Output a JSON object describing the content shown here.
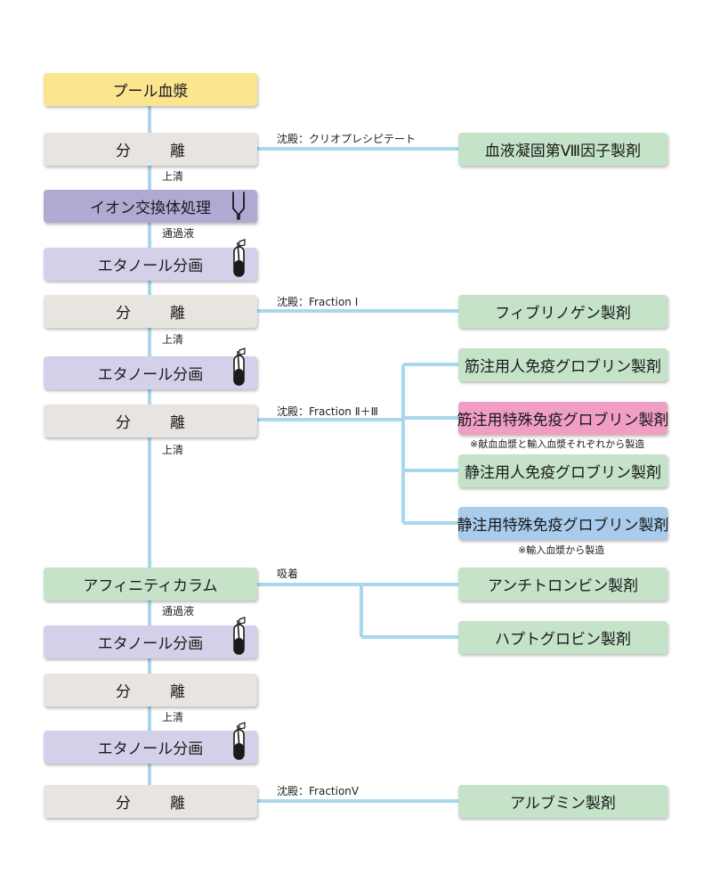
{
  "steps": {
    "plasma": "プール血漿",
    "separation": [
      "分",
      "離"
    ],
    "ion_exchange": "イオン交換体処理",
    "ethanol": "エタノール分画",
    "affinity": "アフィニティカラム"
  },
  "edge_labels": {
    "cryo": "沈殿：クリオプレシピテート",
    "supernatant": "上清",
    "flowthrough": "通過液",
    "fraction_i": "沈殿：Fraction Ⅰ",
    "fraction_ii_iii": "沈殿：Fraction Ⅱ＋Ⅲ",
    "adsorption": "吸着",
    "fraction_v": "沈殿：FractionⅤ"
  },
  "products": {
    "factor_viii": "血液凝固第Ⅷ因子製剤",
    "fibrinogen": "フィブリノゲン製剤",
    "im_ig": "筋注用人免疫グロブリン製剤",
    "im_special_ig": "筋注用特殊免疫グロブリン製剤",
    "iv_ig": "静注用人免疫グロブリン製剤",
    "iv_special_ig": "静注用特殊免疫グロブリン製剤",
    "antithrombin": "アンチトロンビン製剤",
    "haptoglobin": "ハプトグロビン製剤",
    "albumin": "アルブミン製剤"
  },
  "notes": {
    "im_special": "※献血血漿と輸入血漿それぞれから製造",
    "iv_special": "※輸入血漿から製造"
  },
  "colors": {
    "connector": "#a9d7ee",
    "plasma": "#fbe58f",
    "separation": "#e8e5e1",
    "ion_exchange": "#b2a9d3",
    "ethanol": "#d4d0ea",
    "affinity": "#c4e3c8",
    "product": "#c4e3c8",
    "product_pink": "#f09ec4",
    "product_blue": "#a9ccec"
  }
}
